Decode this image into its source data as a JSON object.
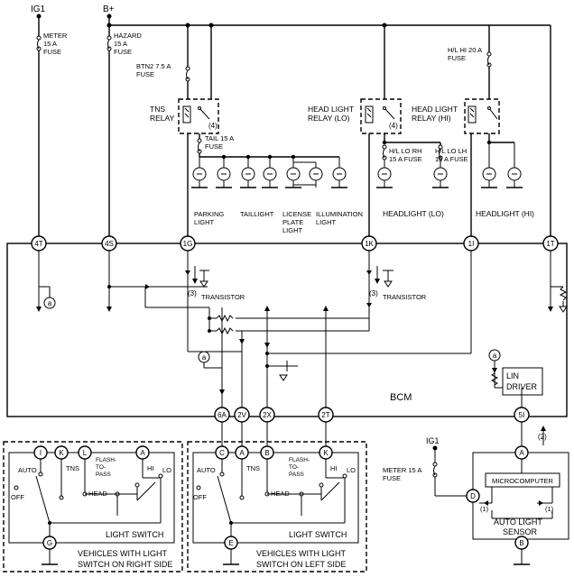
{
  "supplies": {
    "ig1": "IG1",
    "bplus": "B+",
    "ig1_sensor": "IG1"
  },
  "fuses": {
    "meter": [
      "METER",
      "15 A",
      "FUSE"
    ],
    "hazard": [
      "HAZARD",
      "15 A",
      "FUSE"
    ],
    "btn2": [
      "BTN2 7.5 A",
      "FUSE"
    ],
    "tail": [
      "TAIL 15 A",
      "FUSE"
    ],
    "hl_hi": [
      "H/L HI 20 A",
      "FUSE"
    ],
    "hl_lo_rh": [
      "H/L LO RH",
      "15 A FUSE"
    ],
    "hl_lo_lh": [
      "H/L LO LH",
      "15 A FUSE"
    ],
    "meter_sensor": [
      "METER 15 A",
      "FUSE"
    ]
  },
  "relays": {
    "tns": [
      "TNS",
      "RELAY"
    ],
    "lo": [
      "HEAD LIGHT",
      "RELAY (LO)"
    ],
    "hi": [
      "HEAD LIGHT",
      "RELAY (HI)"
    ]
  },
  "lamp_groups": {
    "parking": [
      "PARKING",
      "LIGHT"
    ],
    "tail": [
      "TAILLIGHT"
    ],
    "license": [
      "LICENSE",
      "PLATE",
      "LIGHT"
    ],
    "illumination": [
      "ILLUMINATION",
      "LIGHT"
    ],
    "headlight_lo": [
      "HEADLIGHT (LO)"
    ],
    "headlight_hi": [
      "HEADLIGHT (HI)"
    ]
  },
  "bcm": {
    "label": "BCM",
    "top_terminals": [
      "4T",
      "4S",
      "1G",
      "1K",
      "1I",
      "1T"
    ],
    "bottom_terminals": [
      "6A",
      "2V",
      "2X",
      "2T",
      "5I"
    ],
    "transistor": "TRANSISTOR",
    "note_3": "(3)",
    "note_4": "(4)",
    "ref_a": "a",
    "lin": [
      "LIN",
      "DRIVER"
    ]
  },
  "right_switch": {
    "terminals": [
      "I",
      "K",
      "L",
      "A",
      "G"
    ],
    "positions": {
      "auto": "AUTO",
      "off": "OFF",
      "tns": "TNS",
      "head": "HEAD",
      "flash": [
        "FLASH-",
        "TO-",
        "PASS"
      ],
      "hi": "HI",
      "lo": "LO"
    },
    "label": "LIGHT SWITCH",
    "caption": [
      "VEHICLES WITH LIGHT",
      "SWITCH ON RIGHT SIDE"
    ]
  },
  "left_switch": {
    "terminals": [
      "C",
      "A",
      "B",
      "K",
      "E"
    ],
    "positions": {
      "auto": "AUTO",
      "off": "OFF",
      "tns": "TNS",
      "head": "HEAD",
      "flash": [
        "FLASH-",
        "TO-",
        "PASS"
      ],
      "hi": "HI",
      "lo": "LO"
    },
    "label": "LIGHT SWITCH",
    "caption": [
      "VEHICLES WITH LIGHT",
      "SWITCH ON LEFT SIDE"
    ]
  },
  "sensor": {
    "terminals": [
      "A",
      "D",
      "B"
    ],
    "microcomputer": "MICROCOMPUTER",
    "label": [
      "AUTO LIGHT",
      "SENSOR"
    ],
    "note_1": "(1)",
    "note_2": "(2)"
  }
}
